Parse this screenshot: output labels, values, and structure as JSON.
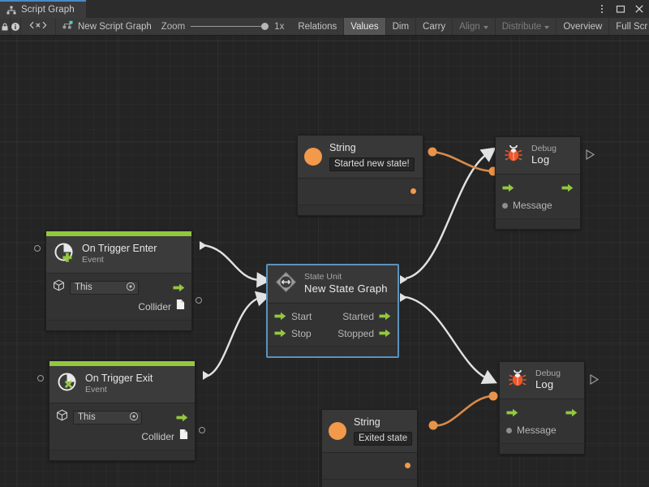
{
  "window": {
    "tab_label": "Script Graph",
    "tab_icon": "graph-hierarchy-icon",
    "accent_color": "#4a8ac9",
    "buttons": [
      "more-options-icon",
      "maximize-icon",
      "close-icon"
    ]
  },
  "toolbar": {
    "lock_icon": "lock-icon",
    "info_icon": "info-icon",
    "variables_icon": "code-brackets-icon",
    "graph_name": "New Script Graph",
    "graph_icon": "script-graph-icon",
    "zoom_label": "Zoom",
    "zoom_value": "1x",
    "buttons": [
      {
        "label": "Relations",
        "state": "normal"
      },
      {
        "label": "Values",
        "state": "active"
      },
      {
        "label": "Dim",
        "state": "normal"
      },
      {
        "label": "Carry",
        "state": "normal"
      },
      {
        "label": "Align",
        "state": "dim",
        "caret": true
      },
      {
        "label": "Distribute",
        "state": "dim",
        "caret": true
      },
      {
        "label": "Overview",
        "state": "normal"
      },
      {
        "label": "Full Scr",
        "state": "normal"
      }
    ]
  },
  "colors": {
    "event_green": "#93c83e",
    "flow_green": "#93c83e",
    "value_orange": "#e8934a",
    "selection_blue": "#5a93bd",
    "edge_white": "#e2e2e2",
    "canvas": "#242424"
  },
  "nodes": {
    "on_trigger_enter": {
      "title": "On Trigger Enter",
      "subtitle": "Event",
      "icon": "event-plus-icon",
      "target_field": {
        "value": "This",
        "icon": "gameobject-cube-icon",
        "picker": "target-picker-icon"
      },
      "output_flow": "flow-out-arrow",
      "collider_label": "Collider",
      "collider_icon": "collider-document-icon"
    },
    "on_trigger_exit": {
      "title": "On Trigger Exit",
      "subtitle": "Event",
      "icon": "event-cross-icon",
      "target_field": {
        "value": "This",
        "icon": "gameobject-cube-icon",
        "picker": "target-picker-icon"
      },
      "output_flow": "flow-out-arrow",
      "collider_label": "Collider",
      "collider_icon": "collider-document-icon"
    },
    "state_unit": {
      "subtitle": "State Unit",
      "title": "New  State  Graph",
      "icon": "state-unit-diamond-icon",
      "selected": true,
      "inputs": [
        "Start",
        "Stop"
      ],
      "outputs": [
        "Started",
        "Stopped"
      ]
    },
    "string_top": {
      "title": "String",
      "icon": "string-orange-circle-icon",
      "value": "Started new state!",
      "output_port": "string-value-out"
    },
    "string_bottom": {
      "title": "String",
      "icon": "string-orange-circle-icon",
      "value": "Exited state",
      "output_port": "string-value-out"
    },
    "debug_log_top": {
      "subtitle": "Debug",
      "title": "Log",
      "icon": "debug-bug-icon",
      "message_label": "Message",
      "flow_in": "flow-in-arrow",
      "flow_out": "flow-out-arrow"
    },
    "debug_log_bottom": {
      "subtitle": "Debug",
      "title": "Log",
      "icon": "debug-bug-icon",
      "message_label": "Message",
      "flow_in": "flow-in-arrow",
      "flow_out": "flow-out-arrow"
    }
  }
}
